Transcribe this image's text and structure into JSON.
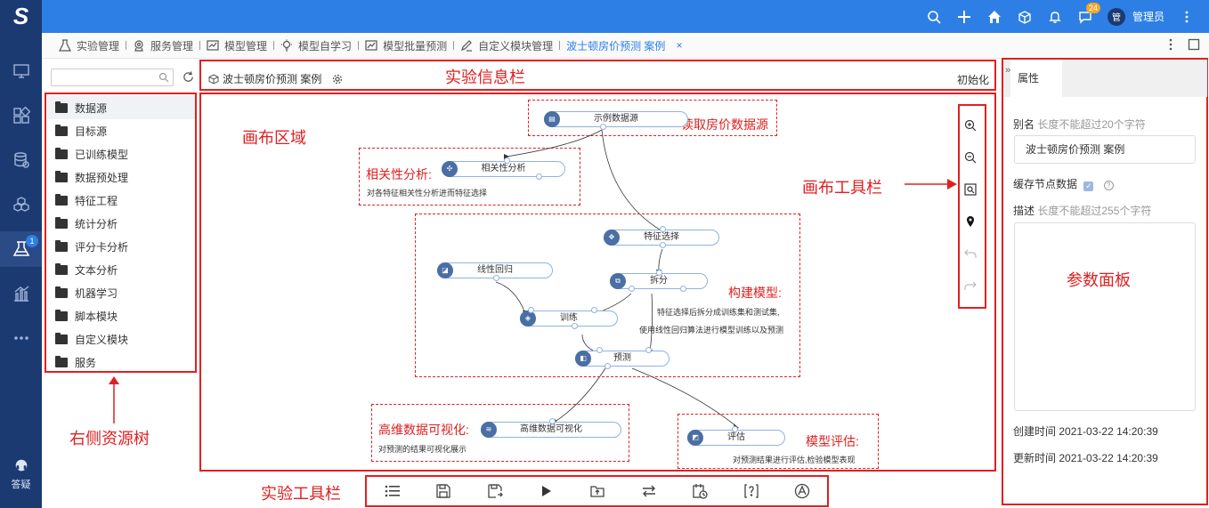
{
  "header": {
    "logo": "S",
    "user_initial": "管",
    "user_name": "管理员",
    "notify_count": "24"
  },
  "leftnav": {
    "badge_count": "1",
    "help_label": "答疑"
  },
  "tabs": [
    {
      "label": "实验管理",
      "icon": "flask-icon"
    },
    {
      "label": "服务管理",
      "icon": "service-icon"
    },
    {
      "label": "模型管理",
      "icon": "model-icon"
    },
    {
      "label": "模型自学习",
      "icon": "bulb-icon"
    },
    {
      "label": "模型批量预测",
      "icon": "chart-icon"
    },
    {
      "label": "自定义模块管理",
      "icon": "edit-icon"
    }
  ],
  "active_tab": {
    "label": "波士顿房价预测 案例",
    "close": "×"
  },
  "tree": {
    "items": [
      "数据源",
      "目标源",
      "已训练模型",
      "数据预处理",
      "特征工程",
      "统计分析",
      "评分卡分析",
      "文本分析",
      "机器学习",
      "脚本模块",
      "自定义模块",
      "服务"
    ]
  },
  "info_bar": {
    "title": "波士顿房价预测 案例",
    "init": "初始化"
  },
  "annotations": {
    "info_bar": "实验信息栏",
    "canvas": "画布区域",
    "canvas_toolbar": "画布工具栏",
    "resource_tree": "右侧资源树",
    "exp_toolbar": "实验工具栏",
    "param_panel": "参数面板",
    "read_data": "读取房价数据源",
    "corr": "相关性分析:",
    "corr_desc": "对各特征相关性分析进而特征选择",
    "build": "构建模型:",
    "build_desc1": "特征选择后拆分成训练集和测试集,",
    "build_desc2": "使用线性回归算法进行模型训练以及预测",
    "vis": "高维数据可视化:",
    "vis_desc": "对预测的结果可视化展示",
    "eval": "模型评估:",
    "eval_desc": "对预测结果进行评估,检验模型表现"
  },
  "nodes": {
    "sample_data": "示例数据源",
    "corr": "相关性分析",
    "feature": "特征选择",
    "linreg": "线性回归",
    "split": "拆分",
    "train": "训练",
    "predict": "预测",
    "hdvis": "高维数据可视化",
    "eval": "评估"
  },
  "right_panel": {
    "tab": "属性",
    "alias_label": "别名",
    "alias_hint": "长度不能超过20个字符",
    "alias_value": "波士顿房价预测 案例",
    "cache_label": "缓存节点数据",
    "desc_label": "描述",
    "desc_hint": "长度不能超过255个字符",
    "created_label": "创建时间",
    "created_value": "2021-03-22 14:20:39",
    "updated_label": "更新时间",
    "updated_value": "2021-03-22 14:20:39"
  }
}
